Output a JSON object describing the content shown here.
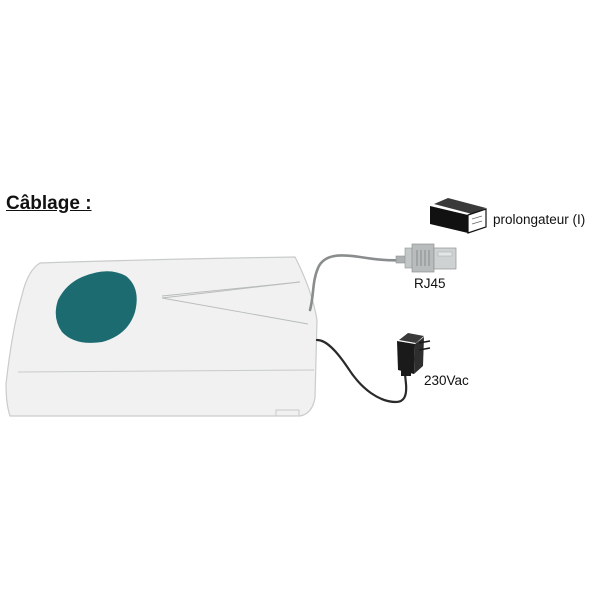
{
  "title": "Câblage :",
  "labels": {
    "extender": "prolongateur (I)",
    "connector": "RJ45",
    "power": "230Vac"
  },
  "colors": {
    "device_body": "#f0f1f0",
    "device_outline": "#c9cccc",
    "device_badge": "#1c6b71",
    "connector": "#b9bcbc",
    "adapter": "#1a1a1a",
    "cable_network": "#8a8d8d",
    "cable_power": "#2a2a2a"
  }
}
